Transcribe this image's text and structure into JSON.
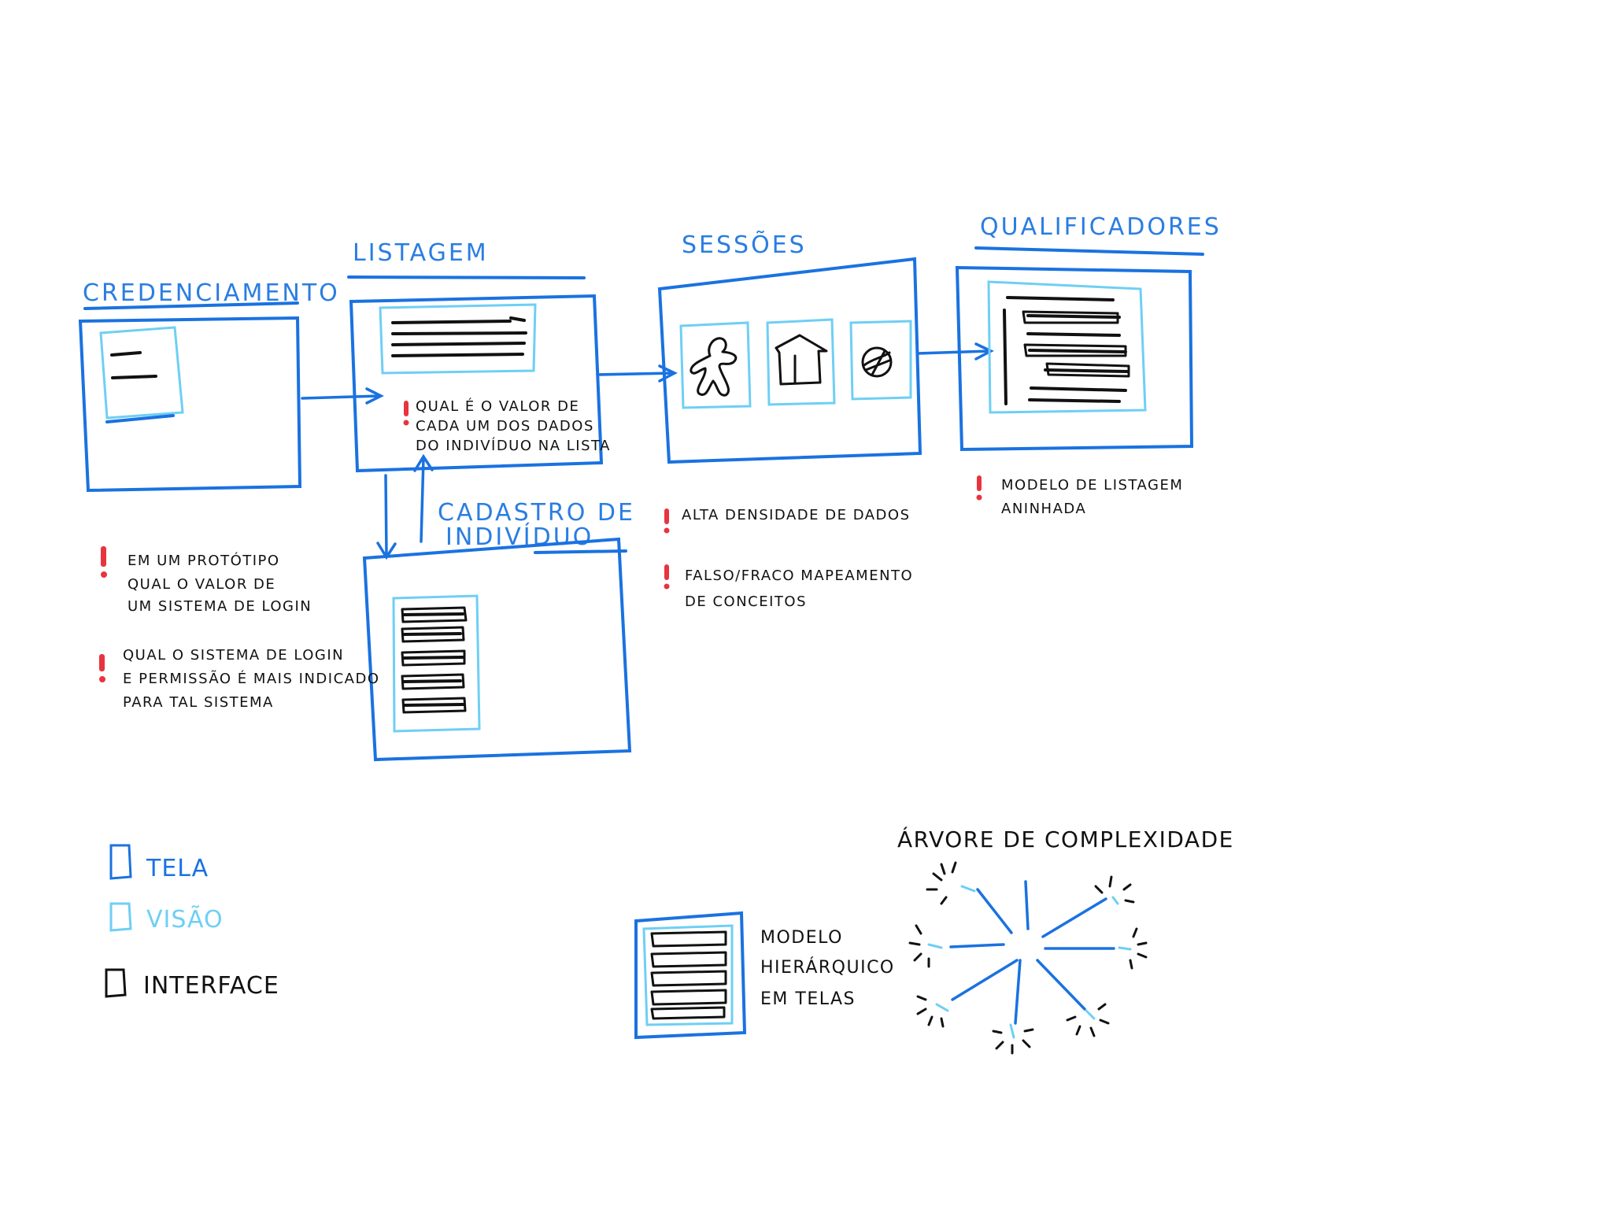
{
  "screens": {
    "credenciamento": {
      "title": "CREDENCIAMENTO"
    },
    "listagem": {
      "title": "LISTAGEM",
      "note": [
        "QUAL É O VALOR DE",
        "CADA UM DOS DADOS",
        "DO INDIVÍDUO NA LISTA"
      ]
    },
    "sessoes": {
      "title": "SESSÕES"
    },
    "qualificadores": {
      "title": "QUALIFICADORES"
    },
    "cadastro": {
      "title": [
        "CADASTRO DE",
        "INDIVÍDUO"
      ]
    }
  },
  "notes": {
    "credenciamento_1": [
      "EM UM PROTÓTIPO",
      "QUAL O VALOR DE",
      "UM SISTEMA DE LOGIN"
    ],
    "credenciamento_2": [
      "QUAL O SISTEMA DE LOGIN",
      "E PERMISSÃO É MAIS INDICADO",
      "PARA TAL SISTEMA"
    ],
    "sessoes_1": [
      "ALTA DENSIDADE DE DADOS"
    ],
    "sessoes_2": [
      "FALSO/FRACO MAPEAMENTO",
      "DE CONCEITOS"
    ],
    "qualificadores_1": [
      "MODELO DE LISTAGEM",
      "ANINHADA"
    ]
  },
  "legend": [
    {
      "label": "TELA",
      "color": "#1a72e0"
    },
    {
      "label": "VISÃO",
      "color": "#6ecff4"
    },
    {
      "label": "INTERFACE",
      "color": "#111111"
    }
  ],
  "hierarchy_model": {
    "label": [
      "MODELO",
      "HIERÁRQUICO",
      "EM TELAS"
    ]
  },
  "complexity_tree": {
    "title": "ÁRVORE DE COMPLEXIDADE"
  },
  "icons": [
    "person-icon",
    "house-icon",
    "globe-icon"
  ],
  "colors": {
    "tela": "#1a72e0",
    "visao": "#6ecff4",
    "interface": "#111111",
    "alert": "#e8343f"
  }
}
